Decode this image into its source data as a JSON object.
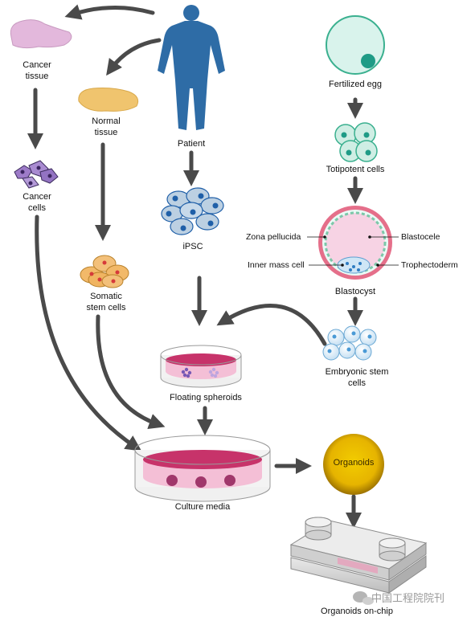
{
  "nodes": {
    "patient": "Patient",
    "cancer_tissue": [
      "Cancer",
      "tissue"
    ],
    "normal_tissue": [
      "Normal",
      "tissue"
    ],
    "cancer_cells": [
      "Cancer",
      "cells"
    ],
    "somatic_stem_cells": [
      "Somatic",
      "stem cells"
    ],
    "ipsc": "iPSC",
    "fertilized_egg": "Fertilized egg",
    "totipotent_cells": "Totipotent cells",
    "blastocyst": "Blastocyst",
    "embryonic_stem_cells": [
      "Embryonic stem",
      "cells"
    ],
    "floating_spheroids": "Floating spheroids",
    "culture_media": "Culture media",
    "organoids": "Organoids",
    "organoids_on_chip": "Organoids on-chip"
  },
  "blastocyst_parts": {
    "zona_pellucida": "Zona pellucida",
    "blastocele": "Blastocele",
    "inner_mass_cell": "Inner mass cell",
    "trophectoderm": "Trophectoderm"
  },
  "watermark": "中国工程院院刊",
  "colors": {
    "arrow": "#4a4a4a",
    "human": "#2e6ca6",
    "cancer_tissue": "#e3b8dc",
    "normal_tissue": "#f0c46e",
    "ipsc_cell": "#bcd0e2",
    "ipsc_nucleus": "#1f5fa8",
    "egg": "#d9f3ec",
    "egg_nucleus": "#1f9b86",
    "blastocyst_ring": "#e56f8a",
    "blastocyst_fill": "#f7d3e4",
    "esc_cell": "#cfe6f6",
    "media_pink": "#c7336a",
    "organoid_gold": "#e5b800"
  }
}
